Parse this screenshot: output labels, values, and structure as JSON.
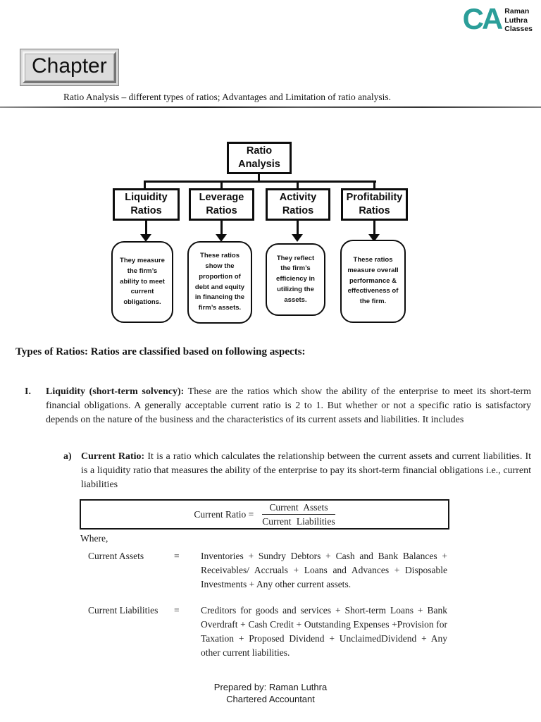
{
  "header": {
    "logo": {
      "monogram": "CA",
      "name_lines": [
        "Raman",
        "Luthra",
        "Classes"
      ],
      "accent_color": "#2B9E99"
    },
    "chapter_label": "Chapter",
    "subtitle": "Ratio Analysis – different types of ratios; Advantages and Limitation of ratio analysis."
  },
  "flowchart": {
    "root_label": "Ratio Analysis",
    "branches": [
      {
        "label": "Liquidity Ratios",
        "description": "They measure the firm’s ability to meet current obligations."
      },
      {
        "label": "Leverage Ratios",
        "description": "These ratios show the proportion of debt and equity in financing the firm’s assets."
      },
      {
        "label": "Activity Ratios",
        "description": "They reflect the firm’s efficiency in utilizing the assets."
      },
      {
        "label": "Profitability Ratios",
        "description": "These ratios measure overall performance & effectiveness of the firm."
      }
    ]
  },
  "content": {
    "section_heading": "Types of Ratios: Ratios are classified based on following aspects:",
    "list_item": {
      "numeral": "I.",
      "lead": "Liquidity (short-term solvency):",
      "body": "These are the ratios which show the ability of the enterprise to meet its short-term financial obligations. A generally acceptable current ratio is 2 to 1. But whether or not a specific ratio is satisfactory depends on the nature of the business and the characteristics of its current assets and liabilities. It includes"
    },
    "sub_item": {
      "marker": "a)",
      "lead": "Current Ratio:",
      "body": "It is a ratio which calculates the relationship between the current assets and current liabilities. It is a liquidity ratio that measures the ability of the enterprise to pay its short-term financial obligations i.e., current liabilities"
    },
    "formula": {
      "label": "Current Ratio =",
      "numerator": "Current Assets",
      "denominator": "Current Liabilities"
    },
    "where_label": "Where,",
    "definitions": [
      {
        "term": "Current Assets",
        "eq": "=",
        "definition": "Inventories + Sundry Debtors + Cash and Bank Balances + Receivables/ Accruals + Loans and Advances + Disposable Investments + Any other current assets."
      },
      {
        "term": "Current Liabilities",
        "eq": "=",
        "definition": "Creditors for goods and services + Short-term Loans + Bank Overdraft + Cash Credit + Outstanding Expenses +Provision for Taxation + Proposed Dividend + UnclaimedDividend + Any other current liabilities."
      }
    ]
  },
  "footer": {
    "line1": "Prepared by: Raman Luthra",
    "line2": "Chartered Accountant"
  }
}
